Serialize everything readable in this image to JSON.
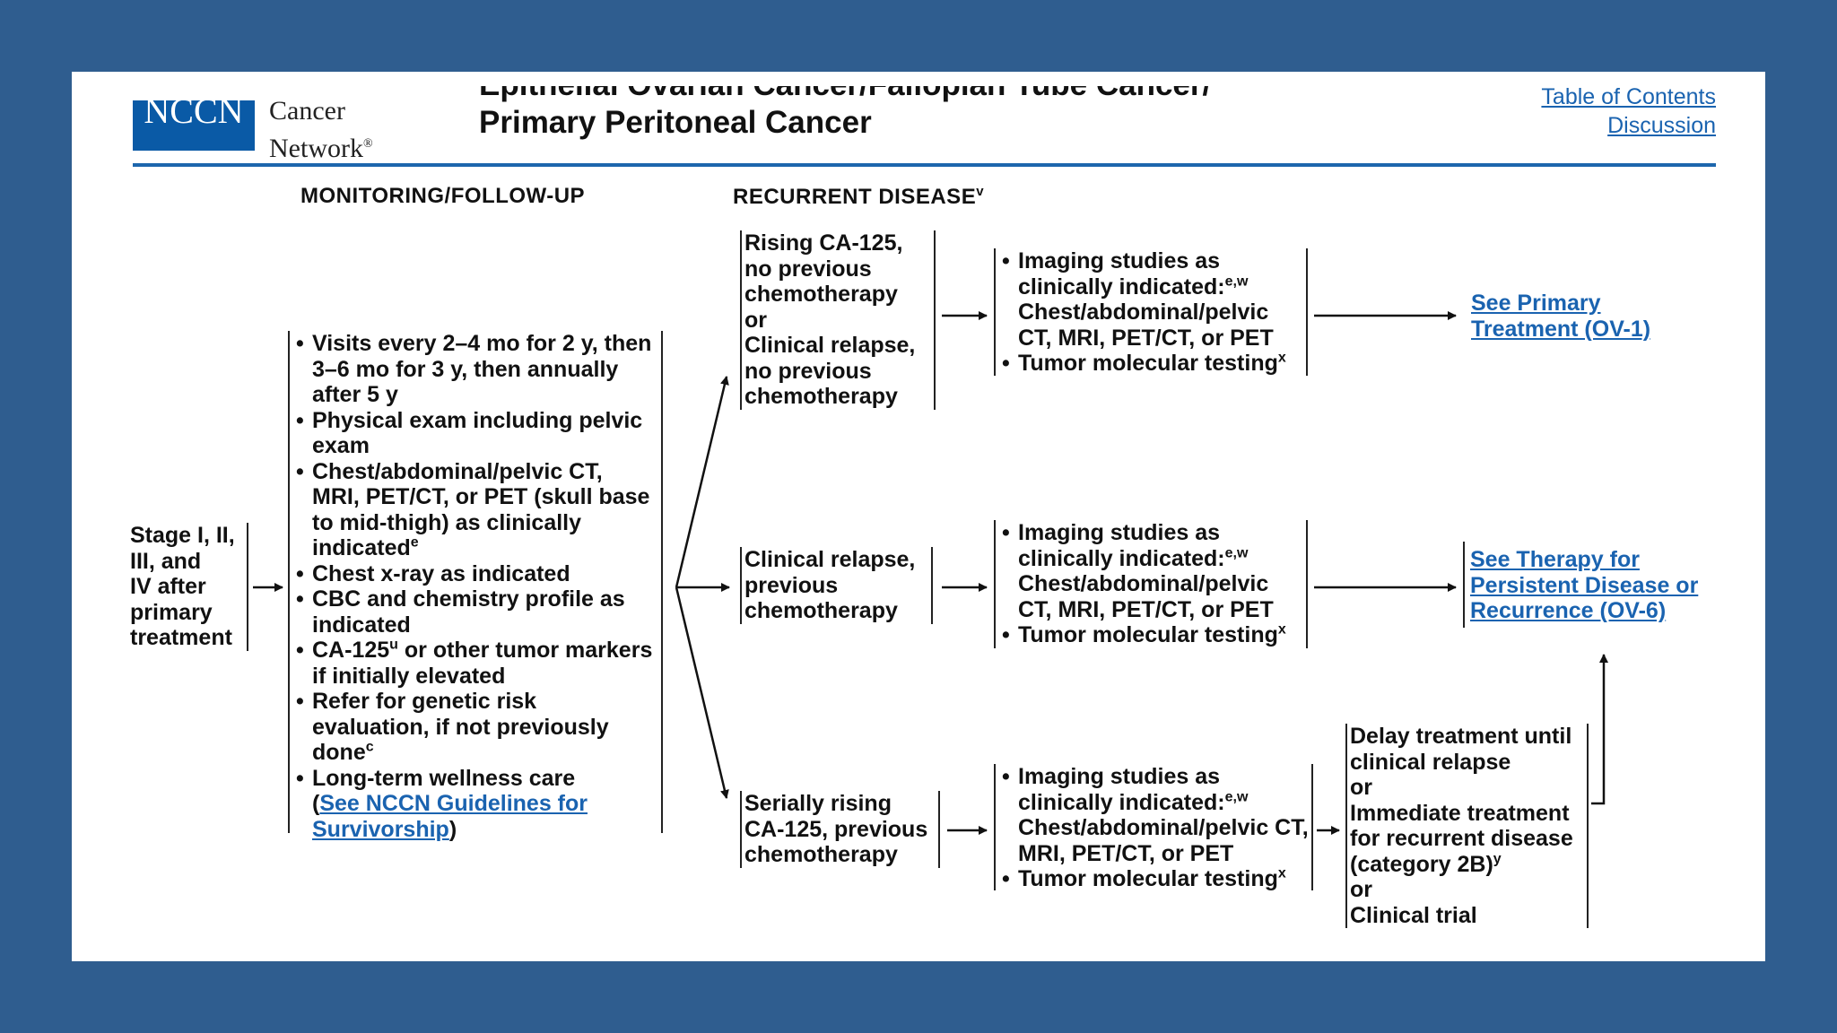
{
  "header": {
    "logo_mark": "NCCN",
    "logo_line1": "Cancer",
    "logo_line2": "Network",
    "logo_reg": "®",
    "title_line1": "Epithelial Ovarian Cancer/Fallopian Tube Cancer/",
    "title_line2": "Primary Peritoneal Cancer",
    "toc_link": "Table of Contents",
    "discussion_link": "Discussion"
  },
  "columns": {
    "monitoring": "MONITORING/FOLLOW-UP",
    "recurrent": "RECURRENT DISEASE",
    "recurrent_sup": "v"
  },
  "stage_box": {
    "lines": [
      "Stage I, II,",
      "III, and",
      "IV after",
      "primary",
      "treatment"
    ]
  },
  "followup": {
    "item1": "Visits every 2–4 mo for 2 y, then 3–6 mo for 3 y, then annually after 5 y",
    "item2": "Physical exam including pelvic exam",
    "item3": "Chest/abdominal/pelvic CT, MRI, PET/CT, or PET (skull base to mid-thigh) as clinically indicated",
    "item3_sup": "e",
    "item4": "Chest x-ray as indicated",
    "item5": "CBC and chemistry profile as indicated",
    "item6_pre": "CA-125",
    "item6_sup": "u",
    "item6_post": " or other tumor markers if initially elevated",
    "item7": "Refer for genetic risk evaluation, if not previously done",
    "item7_sup": "c",
    "item8": "Long-term wellness care",
    "item8_open": "(",
    "item8_link": "See NCCN Guidelines for Survivorship",
    "item8_close": ")"
  },
  "scenarios": {
    "s1": [
      "Rising CA-125,",
      "no previous",
      "chemotherapy",
      "or",
      "Clinical relapse,",
      "no previous",
      "chemotherapy"
    ],
    "s2": [
      "Clinical relapse,",
      "previous",
      "chemotherapy"
    ],
    "s3": [
      "Serially rising",
      "CA-125, previous",
      "chemotherapy"
    ]
  },
  "workup": {
    "imaging": "Imaging studies as clinically indicated:",
    "imaging_sup": "e,w",
    "imaging_detail": "Chest/abdominal/pelvic CT, MRI, PET/CT, or PET",
    "tumor": "Tumor molecular testing",
    "tumor_sup": "x"
  },
  "outcomes": {
    "primary_link": "See Primary Treatment (OV-1)",
    "persistent_link": "See Therapy for Persistent Disease or Recurrence (OV-6)"
  },
  "options": {
    "delay": "Delay treatment until clinical relapse",
    "or1": "or",
    "immediate": "Immediate treatment for recurrent disease (category 2B)",
    "immediate_sup": "y",
    "or2": "or",
    "trial": "Clinical trial"
  }
}
